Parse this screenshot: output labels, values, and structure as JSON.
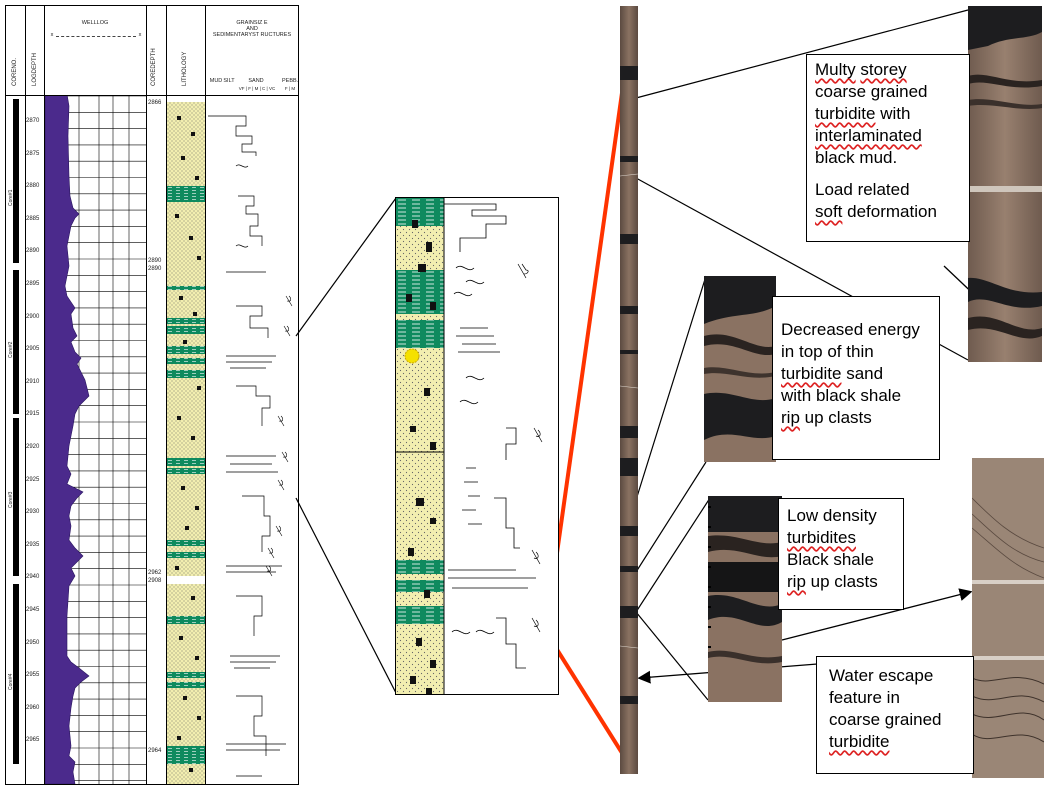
{
  "log_panel": {
    "col_coreno": "CORENO.",
    "col_logdepth": "LOGDEPTH",
    "col_welllog": "WELLLOG",
    "welllog_scale_left": "x",
    "welllog_scale_right": "x",
    "col_coredepth": "COREDEPTH",
    "col_lithology": "LITHOLOGY",
    "col_grainsize_1": "GRAINSIZ E",
    "col_grainsize_2": "AND",
    "col_grainsize_3": "SEDIMENTARYST RUCTURES",
    "grain_mud": "MUD",
    "grain_silt": "SILT",
    "grain_sand": "SAND",
    "grain_pebb": "PEBB.",
    "grain_sub": "VF | F | M | C | VC",
    "grain_sub2": "F | M",
    "cores": [
      "Core#1",
      "Core#2",
      "Core#3",
      "Core#4"
    ],
    "log_depths": [
      "2870",
      "2875",
      "2880",
      "2885",
      "2890",
      "2895",
      "2900",
      "2905",
      "2910",
      "2915",
      "2920",
      "2925",
      "2930",
      "2935",
      "2940",
      "2945",
      "2950",
      "2955",
      "2960",
      "2965"
    ],
    "core_depths": [
      "2866",
      "2890",
      "2890",
      "2962",
      "2908",
      "2964"
    ]
  },
  "notes": {
    "note1": [
      "Multy storey",
      "coarse grained",
      "turbidite with",
      "interlaminated",
      "black mud.",
      "",
      "Load related",
      "soft deformation"
    ],
    "note2": [
      "Decreased energy",
      "in top of thin",
      "turbidite sand",
      "with black shale",
      "rip up clasts"
    ],
    "note3": [
      "Low density",
      "turbidites",
      "Black shale",
      "rip up clasts"
    ],
    "note4": [
      "Water escape",
      "feature in",
      "coarse grained",
      "turbidite"
    ]
  },
  "colors": {
    "gamma_fill": "#4b2a8c",
    "sand": "#f2eeb0",
    "shale": "#0e8a5e",
    "callout_line": "#ff3300",
    "core_brown": "#8a7262",
    "core_dark": "#1d1d1f"
  }
}
